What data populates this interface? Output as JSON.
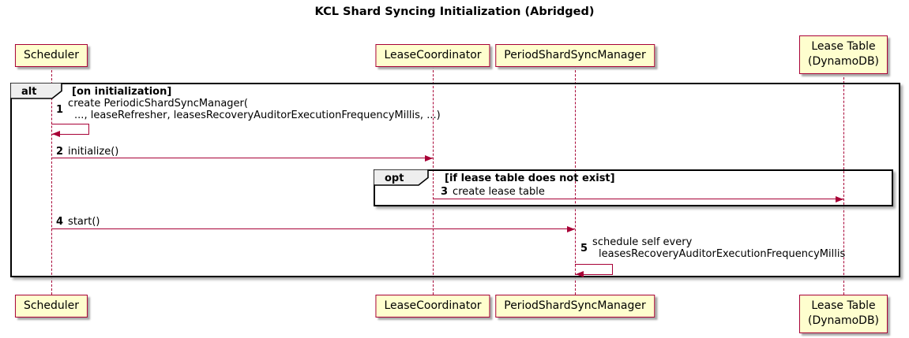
{
  "title": "KCL Shard Syncing Initialization (Abridged)",
  "colors": {
    "participant_fill": "#FEFECE",
    "accent": "#A80036",
    "frame_border": "#000000",
    "operator_tab_fill": "#EEEEEE",
    "background": "#FFFFFF"
  },
  "participants": [
    {
      "label": "Scheduler"
    },
    {
      "label": "LeaseCoordinator"
    },
    {
      "label": "PeriodShardSyncManager"
    },
    {
      "label_line1": "Lease Table",
      "label_line2": "(DynamoDB)"
    }
  ],
  "frames": {
    "alt": {
      "operator": "alt",
      "condition": "[on initialization]"
    },
    "opt": {
      "operator": "opt",
      "condition": "[if lease table does not exist]"
    }
  },
  "messages": [
    {
      "num": "1",
      "line1": "create PeriodicShardSyncManager(",
      "line2": "..., leaseRefresher, leasesRecoveryAuditorExecutionFrequencyMillis, ...)"
    },
    {
      "num": "2",
      "text": "initialize()"
    },
    {
      "num": "3",
      "text": "create lease table"
    },
    {
      "num": "4",
      "text": "start()"
    },
    {
      "num": "5",
      "line1": "schedule self every",
      "line2": "leasesRecoveryAuditorExecutionFrequencyMillis"
    }
  ]
}
